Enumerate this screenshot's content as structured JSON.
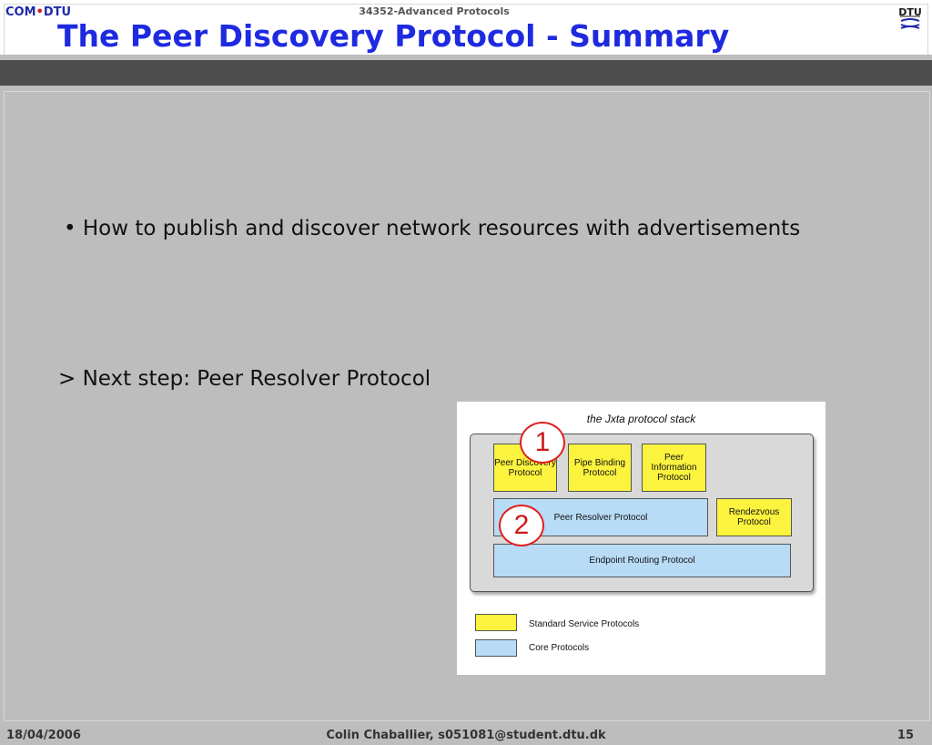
{
  "header": {
    "logo_com": "COM",
    "logo_dot": "•",
    "logo_dtu": "DTU",
    "course": "34352-Advanced Protocols",
    "title": "The Peer Discovery Protocol - Summary",
    "dtu_logo_text": "DTU"
  },
  "body": {
    "bullet": "• How to publish and discover network resources with advertisements",
    "next_step": "> Next step: Peer Resolver Protocol"
  },
  "figure": {
    "title": "the Jxta protocol stack",
    "boxes": {
      "peer_discovery": "Peer Discovery Protocol",
      "pipe_binding": "Pipe Binding Protocol",
      "peer_information": "Peer Information Protocol",
      "peer_resolver": "Peer Resolver Protocol",
      "rendezvous": "Rendezvous Protocol",
      "endpoint_routing": "Endpoint Routing Protocol"
    },
    "markers": [
      "1",
      "2"
    ],
    "legend": {
      "standard": "Standard Service Protocols",
      "core": "Core Protocols"
    },
    "colors": {
      "service": "#fbf33d",
      "core": "#b8dbf6",
      "marker": "#e02020"
    }
  },
  "footer": {
    "date": "18/04/2006",
    "author": "Colin Chaballier, s051081@student.dtu.dk",
    "page": "15"
  }
}
